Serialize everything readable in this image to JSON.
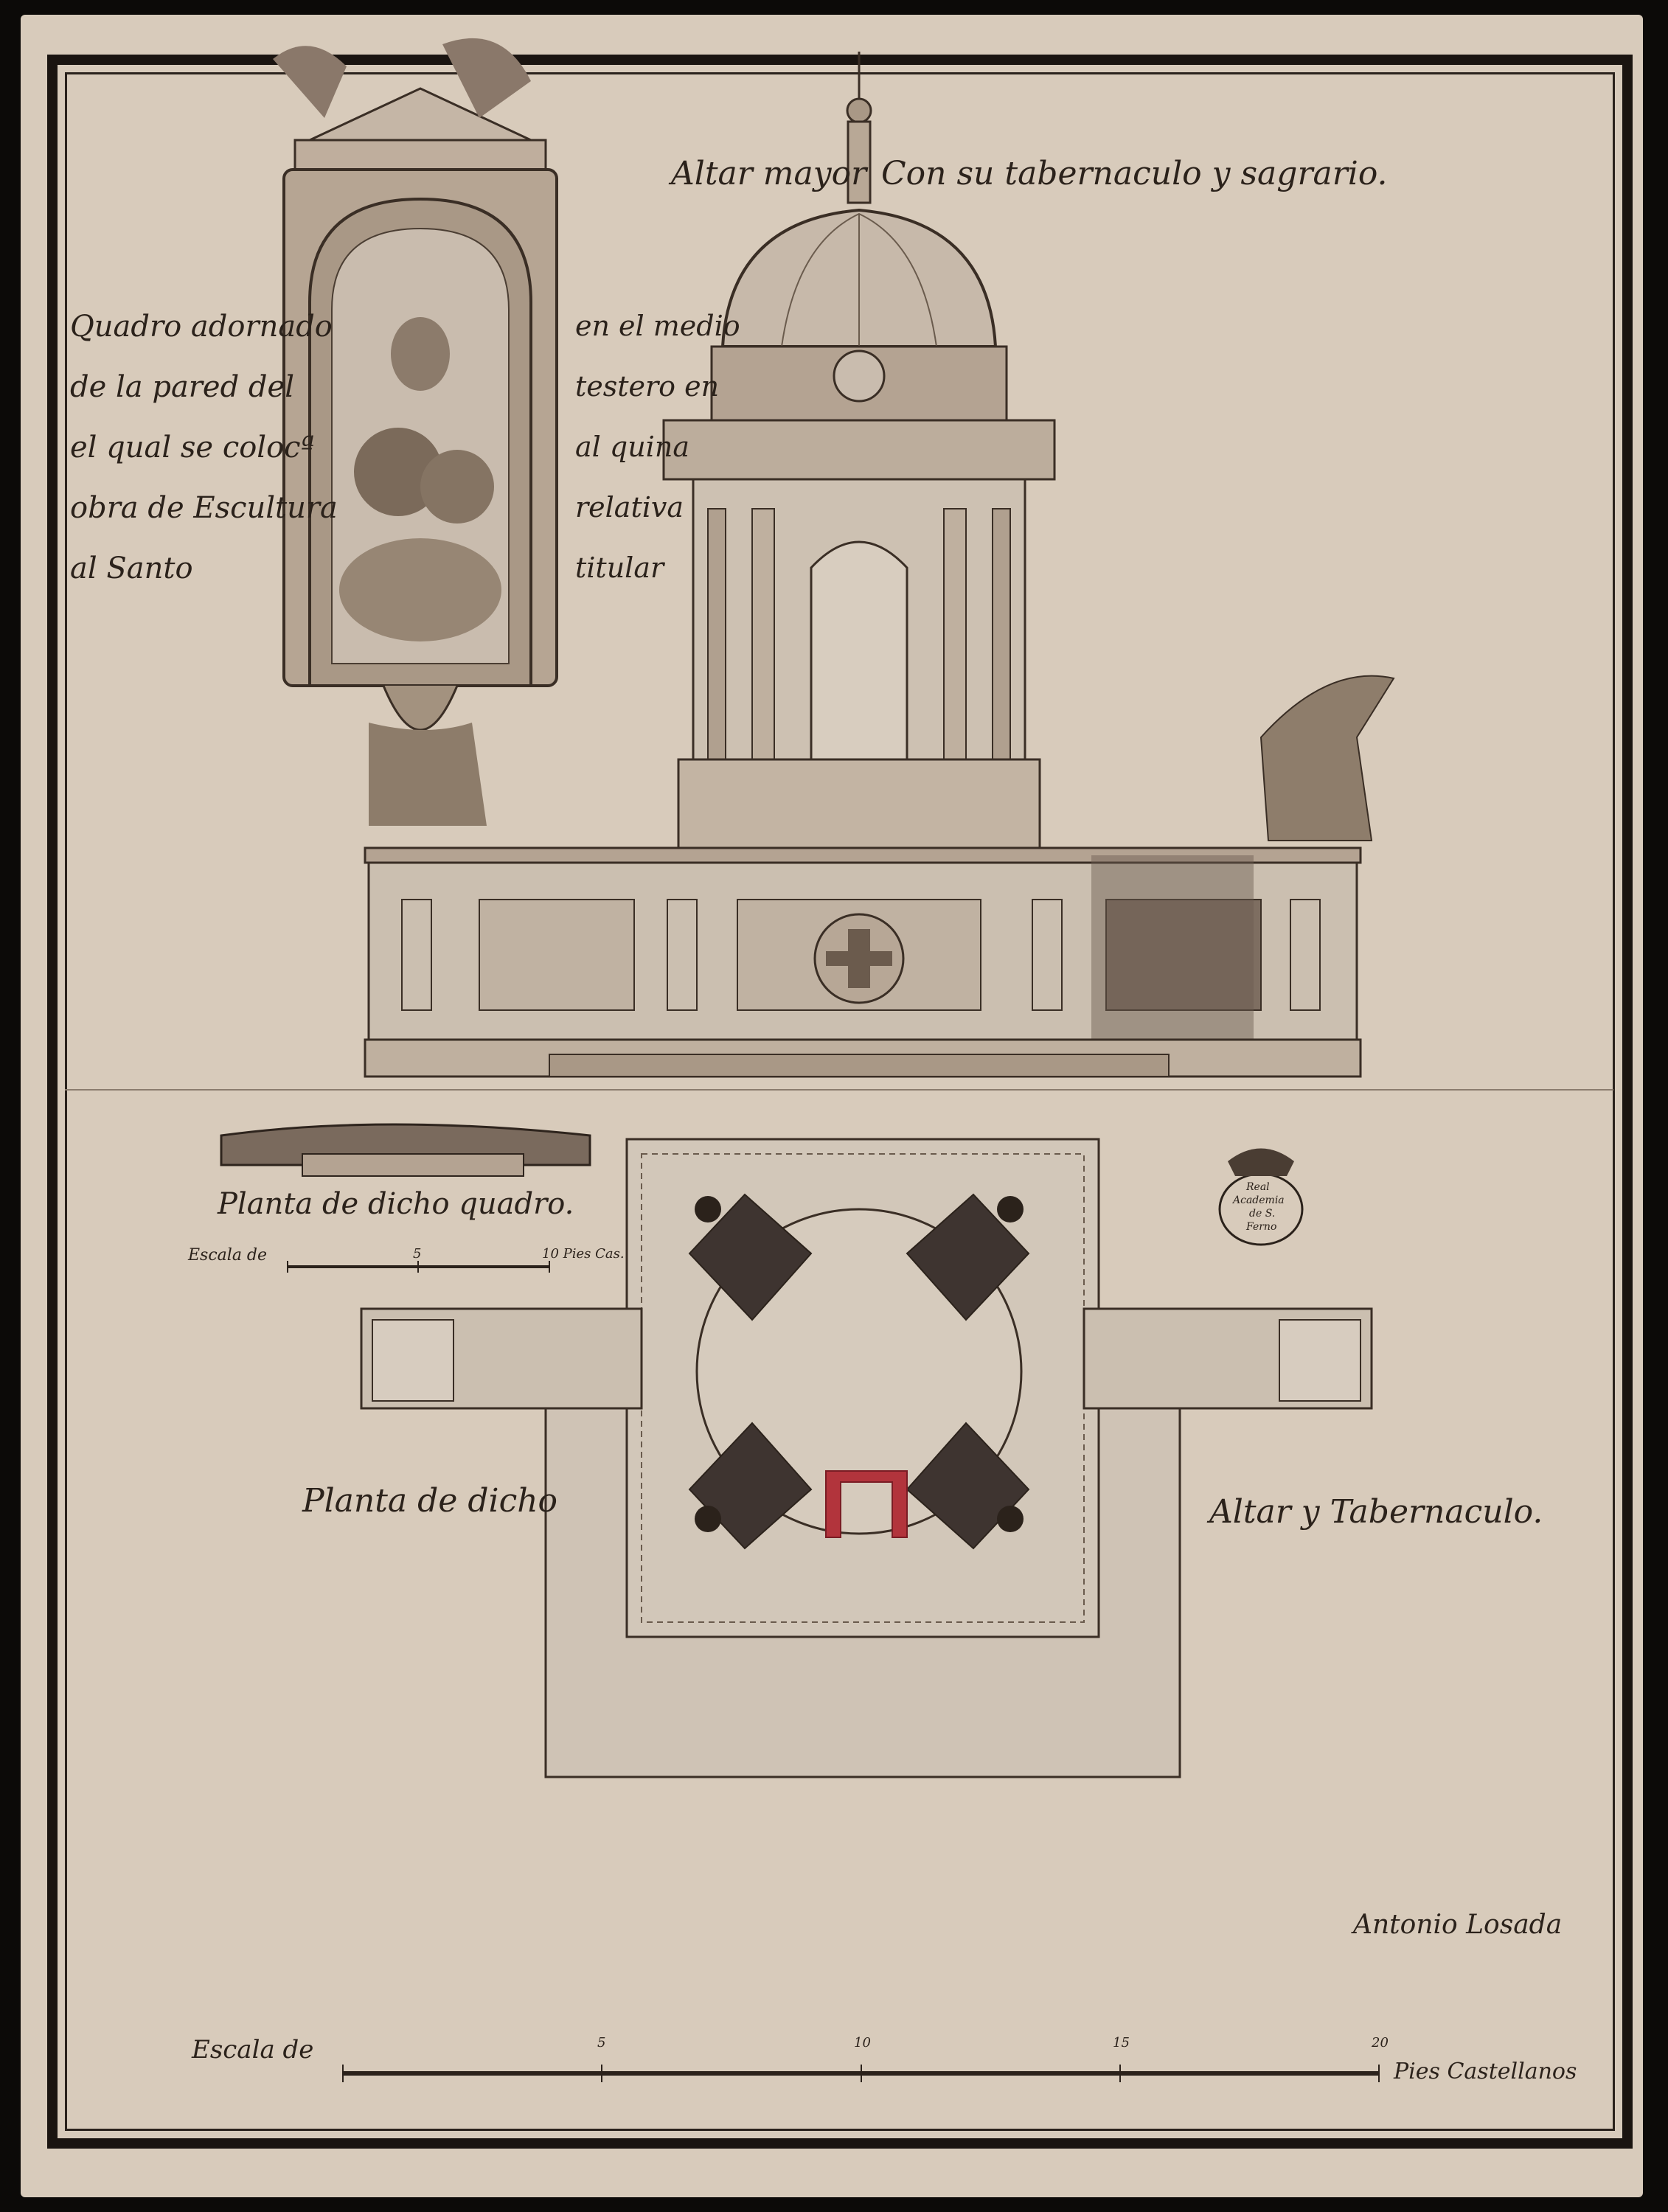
{
  "title": {
    "left": "Altar mayor",
    "right": "Con su tabernaculo y sagrario."
  },
  "inscription_left": [
    "Quadro adornado",
    "de la pared del",
    "el qual se colocª",
    "obra de Escultura",
    "al Santo"
  ],
  "inscription_right": [
    "en el medio",
    "testero en",
    "al quina",
    "relativa",
    "titular"
  ],
  "plan_frame_label": "Planta de dicho quadro.",
  "small_scale": {
    "label": "Escala de",
    "mid": "5",
    "end": "10 Pies Cas."
  },
  "plan_altar_label_left": "Planta de dicho",
  "plan_altar_label_right": "Altar y Tabernaculo.",
  "seal_text": [
    "Real",
    "Academia",
    "de S.",
    "Ferno"
  ],
  "signature": "Antonio Losada",
  "big_scale": {
    "label": "Escala de",
    "ticks": [
      "5",
      "10",
      "15",
      "20"
    ],
    "unit": "Pies Castellanos"
  },
  "colors": {
    "paper": "#d8cbbb",
    "ink": "#2b221b",
    "wash": "#9a8a7c",
    "red_wash": "#b2343c"
  }
}
